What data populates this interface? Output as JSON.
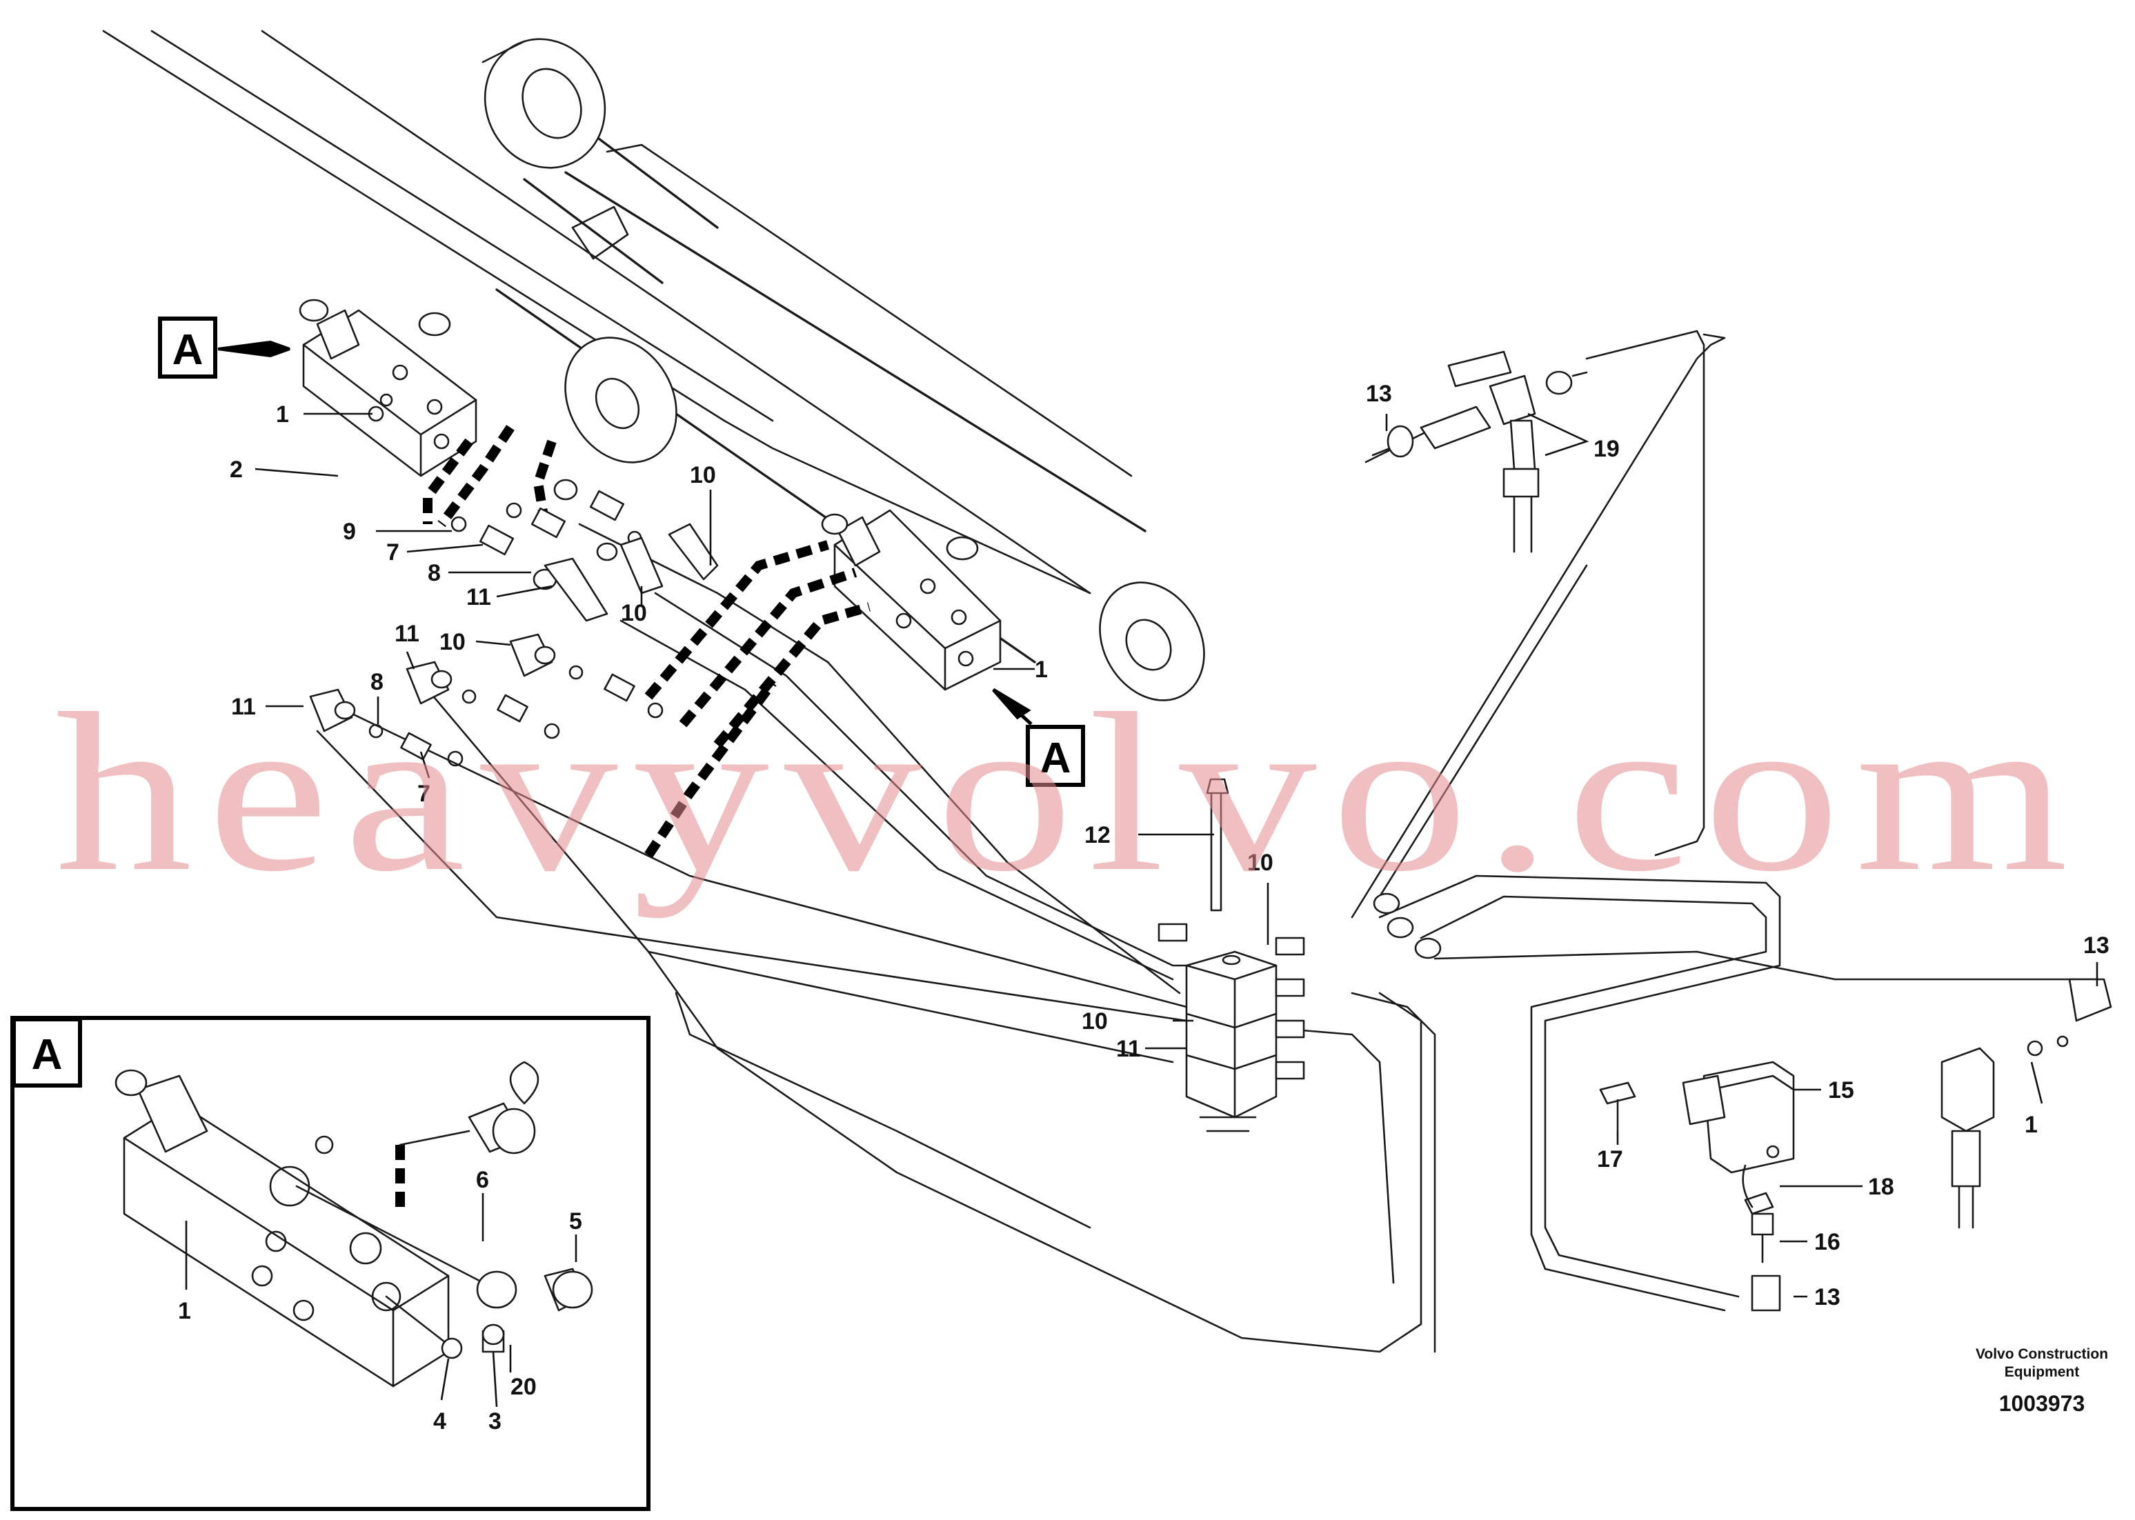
{
  "watermark": "heavyvolvo.com",
  "manufacturer": "Volvo Construction\nEquipment",
  "manufacturer_line1": "Volvo Construction",
  "manufacturer_line2": "Equipment",
  "document_number": "1003973",
  "detail_label": "A",
  "callouts": {
    "c1a": "1",
    "c2": "2",
    "c9": "9",
    "c7a": "7",
    "c8a": "8",
    "c11a": "11",
    "c10a": "10",
    "c10b": "10",
    "c1b": "1",
    "c11b": "11",
    "c10c": "10",
    "c8b": "8",
    "c11c": "11",
    "c7b": "7",
    "c12": "12",
    "c10d": "10",
    "c10e": "10",
    "c11d": "11",
    "c13a": "13",
    "c19": "19",
    "c13b": "13",
    "c15": "15",
    "c1c": "1",
    "c17": "17",
    "c18": "18",
    "c16": "16",
    "c13c": "13",
    "c20": "20",
    "c6": "6",
    "c5": "5",
    "c1d": "1",
    "c4": "4",
    "c3": "3"
  },
  "colors": {
    "line": "#1a1a1a",
    "watermark": "#e38a8e",
    "background": "#ffffff"
  }
}
